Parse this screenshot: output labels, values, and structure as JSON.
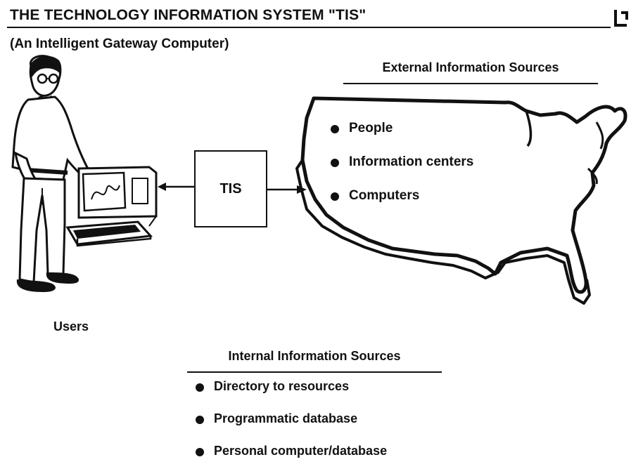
{
  "title": "THE TECHNOLOGY INFORMATION SYSTEM \"TIS\"",
  "subtitle": "(An Intelligent Gateway Computer)",
  "external": {
    "heading": "External Information Sources",
    "items": [
      "People",
      "Information centers",
      "Computers"
    ]
  },
  "tis_label": "TIS",
  "users_label": "Users",
  "internal": {
    "heading": "Internal Information Sources",
    "items": [
      "Directory to resources",
      "Programmatic database",
      "Personal computer/database"
    ]
  }
}
